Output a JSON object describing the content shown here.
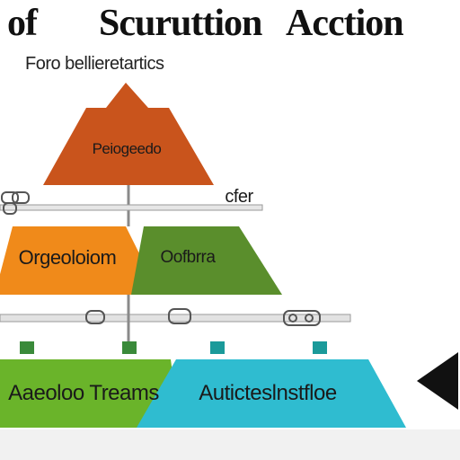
{
  "header": {
    "title_part1": "of",
    "title_part2": "Scuruttion",
    "title_part3": "Acction",
    "subtitle": "Foro  bellieretartics"
  },
  "diagram": {
    "top_node": {
      "label": "Peiogeedo",
      "color": "#c9541c"
    },
    "mid_left": {
      "label": "Orgeoloiom",
      "color": "#f08a1a"
    },
    "mid_right": {
      "label": "Oofbrra",
      "color": "#5a8e2c"
    },
    "bottom_left": {
      "label": "Aaeoloo Treams",
      "color": "#6ab42a"
    },
    "bottom_right": {
      "label": "Auticteslnstfloe",
      "color": "#2fbcd0"
    },
    "connector_label_right": "cfer",
    "accent_gray": "#8a8a8a",
    "pin_color": "#3a8a3a"
  },
  "decorations": {
    "left_arrow_icon": "arrow-left-icon",
    "chain_icon": "chain-link-icon"
  }
}
